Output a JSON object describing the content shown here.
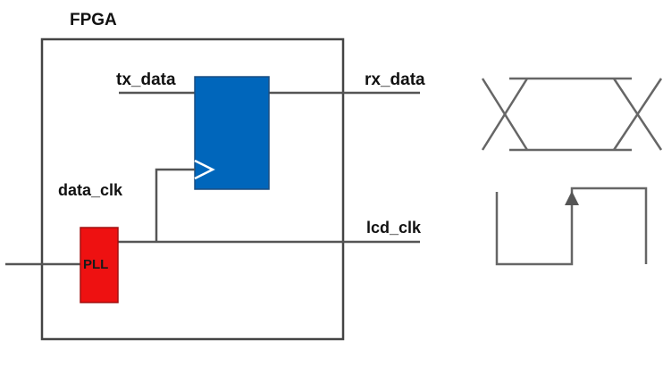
{
  "diagram": {
    "fpga_label": "FPGA",
    "signals": {
      "tx_data": "tx_data",
      "rx_data": "rx_data",
      "data_clk": "data_clk",
      "lcd_clk": "lcd_clk"
    },
    "pll_label": "PLL",
    "colors": {
      "flipflop_fill": "#0066bb",
      "pll_fill": "#ee1111",
      "line": "#555555",
      "fpga_border": "#444444"
    }
  }
}
